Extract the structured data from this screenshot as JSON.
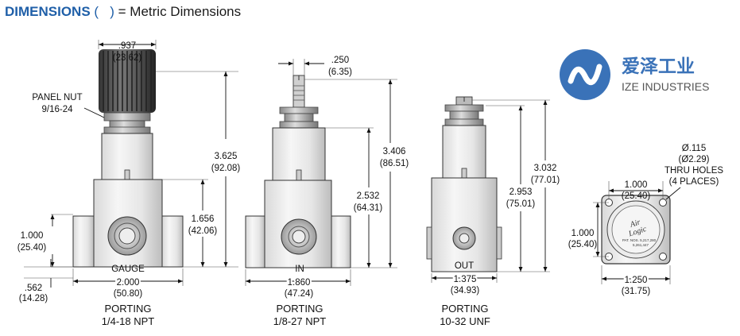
{
  "header": {
    "title_bold": "DIMENSIONS",
    "title_paren": "(   )",
    "title_rest": "= Metric Dimensions"
  },
  "logo": {
    "company_cn": "爱泽工业",
    "company_en": "IZE INDUSTRIES",
    "color": "#3a72b8"
  },
  "regulator_1": {
    "knob_width": ".937",
    "knob_width_mm": "(23.62)",
    "panel_nut": "PANEL NUT",
    "panel_nut_thread": "9/16-24",
    "overall_height": "3.625",
    "overall_height_mm": "(92.08)",
    "port_height": "1.656",
    "port_height_mm": "(42.06)",
    "center_height": "1.000",
    "center_height_mm": "(25.40)",
    "base_offset": ".562",
    "base_offset_mm": "(14.28)",
    "body_width": "2.000",
    "body_width_mm": "(50.80)",
    "port_label": "GAUGE",
    "porting_title": "PORTING",
    "porting_spec": "1/4-18 NPT"
  },
  "regulator_2": {
    "stem_width": ".250",
    "stem_width_mm": "(6.35)",
    "overall_height": "3.406",
    "overall_height_mm": "(86.51)",
    "body_height": "2.532",
    "body_height_mm": "(64.31)",
    "body_width": "1.860",
    "body_width_mm": "(47.24)",
    "port_label": "IN",
    "porting_title": "PORTING",
    "porting_spec": "1/8-27 NPT"
  },
  "regulator_3": {
    "overall_height": "3.032",
    "overall_height_mm": "(77.01)",
    "body_height": "2.953",
    "body_height_mm": "(75.01)",
    "body_width": "1.375",
    "body_width_mm": "(34.93)",
    "port_label": "OUT",
    "porting_title": "PORTING",
    "porting_spec": "10-32 UNF"
  },
  "bottom_view": {
    "hole_dia": "Ø.115",
    "hole_dia_mm": "(Ø2.29)",
    "thru_holes": "THRU HOLES",
    "places": "(4 PLACES)",
    "hole_spacing_h": "1.000",
    "hole_spacing_h_mm": "(25.40)",
    "hole_spacing_v": "1.000",
    "hole_spacing_v_mm": "(25.40)",
    "plate_width": "1.250",
    "plate_width_mm": "(31.75)",
    "brand_line1": "Air",
    "brand_line2": "Logic",
    "patent_line1": "PAT. NOS. 5,217,280",
    "patent_line2": "5,261,447"
  }
}
